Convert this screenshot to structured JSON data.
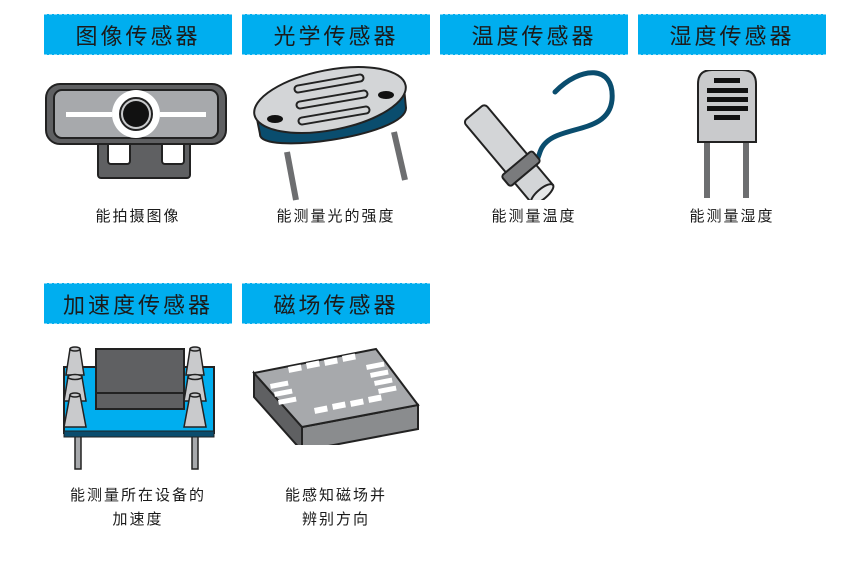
{
  "colors": {
    "banner": "#00aeef",
    "accent_dark": "#064a6b",
    "metal_light": "#d3d5d7",
    "metal_dark": "#5f6062"
  },
  "sensors": [
    {
      "title": "图像传感器",
      "caption_lines": [
        "能拍摄图像"
      ],
      "illustration": "webcam-icon"
    },
    {
      "title": "光学传感器",
      "caption_lines": [
        "能测量光的强度"
      ],
      "illustration": "photoresistor-icon"
    },
    {
      "title": "温度传感器",
      "caption_lines": [
        "能测量温度"
      ],
      "illustration": "temperature-probe-icon"
    },
    {
      "title": "湿度传感器",
      "caption_lines": [
        "能测量湿度"
      ],
      "illustration": "humidity-sensor-icon"
    },
    {
      "title": "加速度传感器",
      "caption_lines": [
        "能测量所在设备的",
        "加速度"
      ],
      "illustration": "accelerometer-board-icon"
    },
    {
      "title": "磁场传感器",
      "caption_lines": [
        "能感知磁场并",
        "辨别方向"
      ],
      "illustration": "magnetometer-chip-icon"
    }
  ]
}
